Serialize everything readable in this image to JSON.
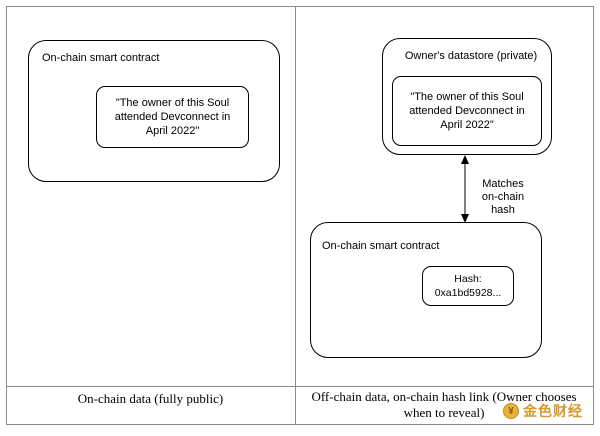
{
  "left_panel": {
    "contract_label": "On-chain smart contract",
    "claim_text": "\"The owner of this Soul attended Devconnect in April 2022\"",
    "caption": "On-chain data (fully public)"
  },
  "right_panel": {
    "datastore_label": "Owner's datastore (private)",
    "claim_text": "\"The owner of this Soul attended Devconnect in April 2022\"",
    "arrow_label": "Matches\non-chain\nhash",
    "contract_label": "On-chain smart contract",
    "hash_text": "Hash:\n0xa1bd5928...",
    "caption": "Off-chain data, on-chain hash link (Owner chooses when to reveal)"
  },
  "watermark": {
    "coin_glyph": "¥",
    "text": "金色财经",
    "color": "#d29a2f"
  }
}
